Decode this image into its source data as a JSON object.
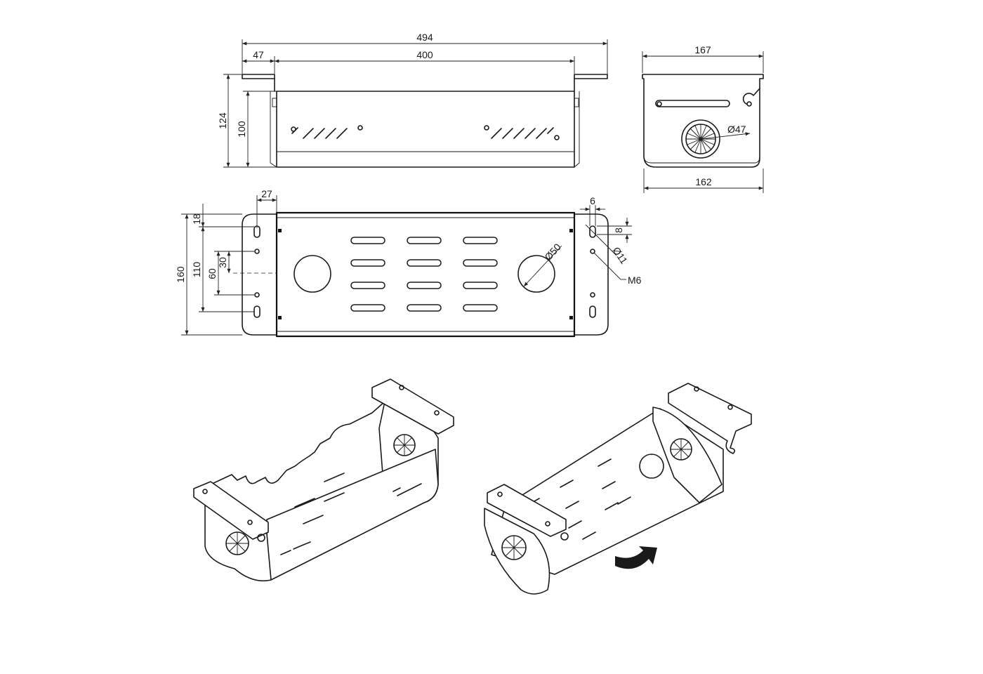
{
  "dimensions": {
    "front": {
      "overall_width": "494",
      "bracket_offset": "47",
      "body_width": "400",
      "overall_height": "124",
      "body_height": "100"
    },
    "side": {
      "top_width": "167",
      "bottom_width": "162",
      "grommet_diameter": "Ø47"
    },
    "top": {
      "bracket_hole_offset": "27",
      "edge_to_hole": "18",
      "overall_depth": "160",
      "hole_spacing_outer": "110",
      "hole_spacing_inner": "60",
      "slot_spacing": "30",
      "cutout_diameter": "Ø50",
      "slot_width": "6",
      "slot_length": "8",
      "hole_diameter": "Ø11",
      "thread": "M6"
    }
  },
  "colors": {
    "line": "#1a1a1a",
    "background": "#ffffff"
  }
}
